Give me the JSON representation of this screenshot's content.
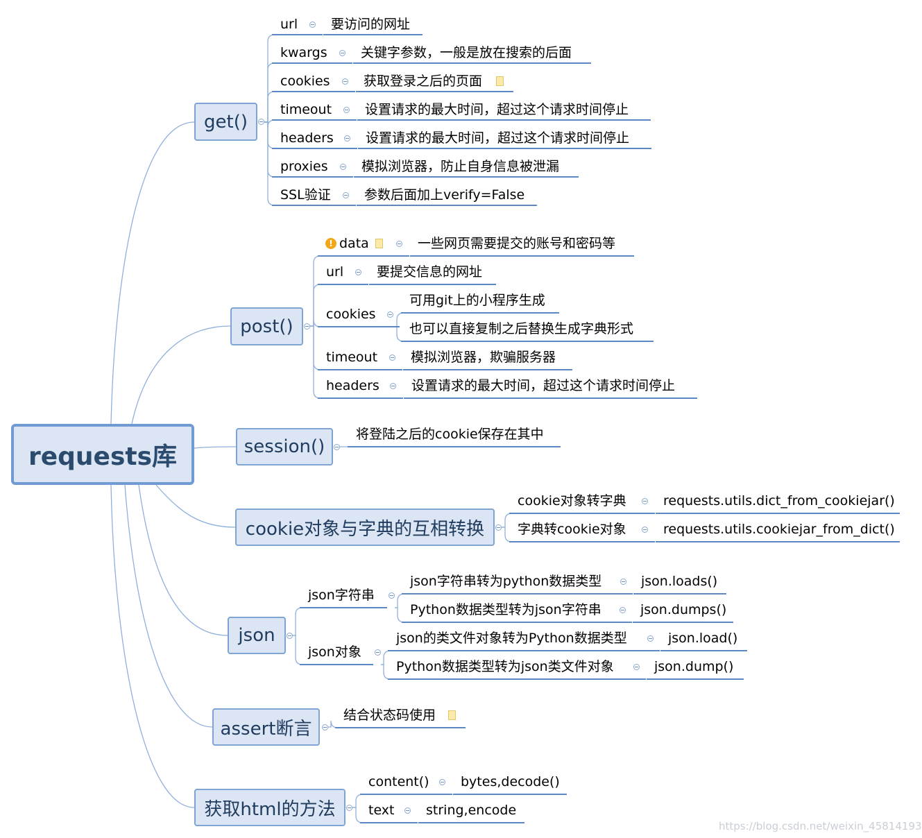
{
  "root": {
    "label": "requests库"
  },
  "get": {
    "label": "get()",
    "items": [
      {
        "key": "url",
        "desc": "要访问的网址"
      },
      {
        "key": "kwargs",
        "desc": "关键字参数，一般是放在搜索的后面"
      },
      {
        "key": "cookies",
        "desc": "获取登录之后的页面"
      },
      {
        "key": "timeout",
        "desc": "设置请求的最大时间，超过这个请求时间停止"
      },
      {
        "key": "headers",
        "desc": "设置请求的最大时间，超过这个请求时间停止"
      },
      {
        "key": "proxies",
        "desc": "模拟浏览器，防止自身信息被泄漏"
      },
      {
        "key": "SSL验证",
        "desc": "参数后面加上verify=False"
      }
    ]
  },
  "post": {
    "label": "post()",
    "items": [
      {
        "key": "data",
        "desc": "一些网页需要提交的账号和密码等"
      },
      {
        "key": "url",
        "desc": "要提交信息的网址"
      },
      {
        "key": "cookies",
        "descs": [
          "可用git上的小程序生成",
          "也可以直接复制之后替换生成字典形式"
        ]
      },
      {
        "key": "timeout",
        "desc": "模拟浏览器，欺骗服务器"
      },
      {
        "key": "headers",
        "desc": "设置请求的最大时间，超过这个请求时间停止"
      }
    ]
  },
  "session": {
    "label": "session()",
    "desc": "将登陆之后的cookie保存在其中"
  },
  "cookieconv": {
    "label": "cookie对象与字典的互相转换",
    "items": [
      {
        "key": "cookie对象转字典",
        "desc": "requests.utils.dict_from_cookiejar()"
      },
      {
        "key": "字典转cookie对象",
        "desc": "requests.utils.cookiejar_from_dict()"
      }
    ]
  },
  "json": {
    "label": "json",
    "groups": [
      {
        "key": "json字符串",
        "items": [
          {
            "key": "json字符串转为python数据类型",
            "desc": "json.loads()"
          },
          {
            "key": "Python数据类型转为json字符串",
            "desc": "json.dumps()"
          }
        ]
      },
      {
        "key": "json对象",
        "items": [
          {
            "key": "json的类文件对象转为Python数据类型",
            "desc": "json.load()"
          },
          {
            "key": "Python数据类型转为json类文件对象",
            "desc": "json.dump()"
          }
        ]
      }
    ]
  },
  "assert": {
    "label": "assert断言",
    "desc": "结合状态码使用"
  },
  "html": {
    "label": "获取html的方法",
    "items": [
      {
        "key": "content()",
        "desc": "bytes,decode()"
      },
      {
        "key": "text",
        "desc": "string,encode"
      }
    ]
  },
  "watermark": "https://blog.csdn.net/weixin_45814193",
  "colors": {
    "node_fill": "#dbe5f3",
    "node_border": "#7fa4d3",
    "root_border": "#6f9bd2",
    "link": "#8fb0db",
    "underline": "#5b87c4"
  }
}
